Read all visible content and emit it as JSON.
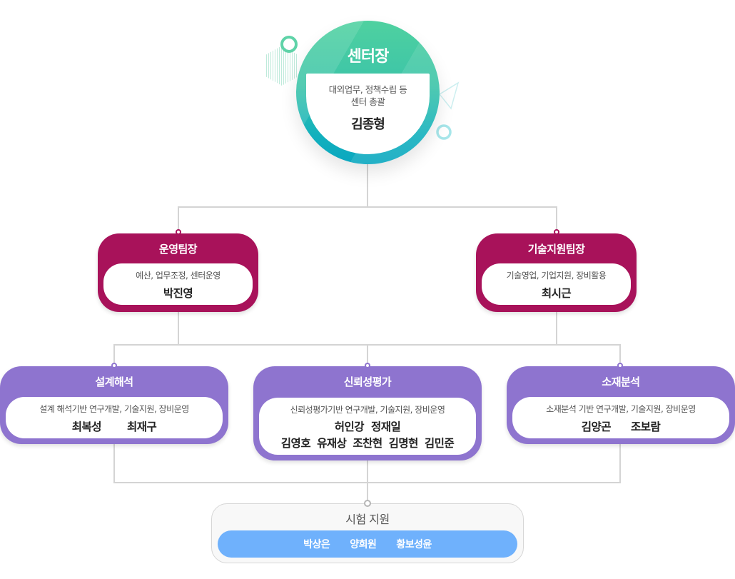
{
  "center": {
    "title": "센터장",
    "desc_line1": "대외업무, 정책수립 등",
    "desc_line2": "센터 총괄",
    "name": "김종형",
    "color_top": "#4fd1a0",
    "color_bottom": "#0aa7c0"
  },
  "teams": [
    {
      "title": "운영팀장",
      "desc": "예산, 업무조정, 센터운영",
      "names": [
        "박진영"
      ],
      "color": "#a8125a"
    },
    {
      "title": "기술지원팀장",
      "desc": "기술영업, 기업지원, 장비활용",
      "names": [
        "최시근"
      ],
      "color": "#a8125a"
    }
  ],
  "groups": [
    {
      "title": "설계해석",
      "desc": "설계 해석기반 연구개발, 기술지원, 장비운영",
      "names": [
        "최복성",
        "최재구"
      ],
      "color": "#8e74cf"
    },
    {
      "title": "신뢰성평가",
      "desc": "신뢰성평가기반 연구개발, 기술지원, 장비운영",
      "names_row1": [
        "허인강",
        "정재일"
      ],
      "names_row2": [
        "김영호",
        "유재상",
        "조찬현",
        "김명현",
        "김민준"
      ],
      "color": "#8e74cf"
    },
    {
      "title": "소재분석",
      "desc": "소재분석 기반 연구개발, 기술지원, 장비운영",
      "names": [
        "김양곤",
        "조보람"
      ],
      "color": "#8e74cf"
    }
  ],
  "support": {
    "title": "시험 지원",
    "names": [
      "박상은",
      "양희원",
      "황보성윤"
    ],
    "color": "#6fb1fc"
  },
  "connector_color": "#d4d4d4"
}
